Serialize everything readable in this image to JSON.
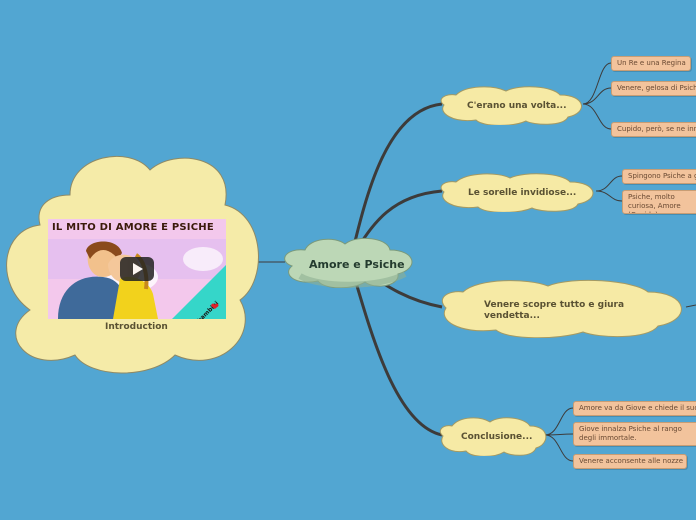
{
  "map": {
    "central": "Amore e Psiche",
    "intro": {
      "video_title": "IL MITO DI AMORE E PSICHE",
      "video_caption": "Storia illustrata per i bambini",
      "label": "Introduction"
    },
    "branches": [
      {
        "title": "C'erano una volta...",
        "leaves": [
          "Un Re e una Regina",
          "Venere, gelosa di Psiche",
          "Cupido, però, se ne inn"
        ]
      },
      {
        "title": "Le sorelle invidiose...",
        "leaves": [
          "Spingono Psiche a g",
          "Psiche, molto curiosa, Amore (Cupido)"
        ]
      },
      {
        "title": "Venere scopre tutto e giura vendetta...",
        "leaves": []
      },
      {
        "title": "Conclusione...",
        "leaves": [
          "Amore va da Giove e chiede il suo",
          "Giove innalza Psiche al rango degli immortale.",
          "Venere acconsente alle nozze"
        ]
      }
    ]
  },
  "colors": {
    "background": "#52a6d2",
    "branch_cloud": "#f6eaa5",
    "intro_cloud": "#f5eba8",
    "central_cloud": "#bcd7b6",
    "leaf": "#f2c39c",
    "connector": "#3d3b3a"
  }
}
